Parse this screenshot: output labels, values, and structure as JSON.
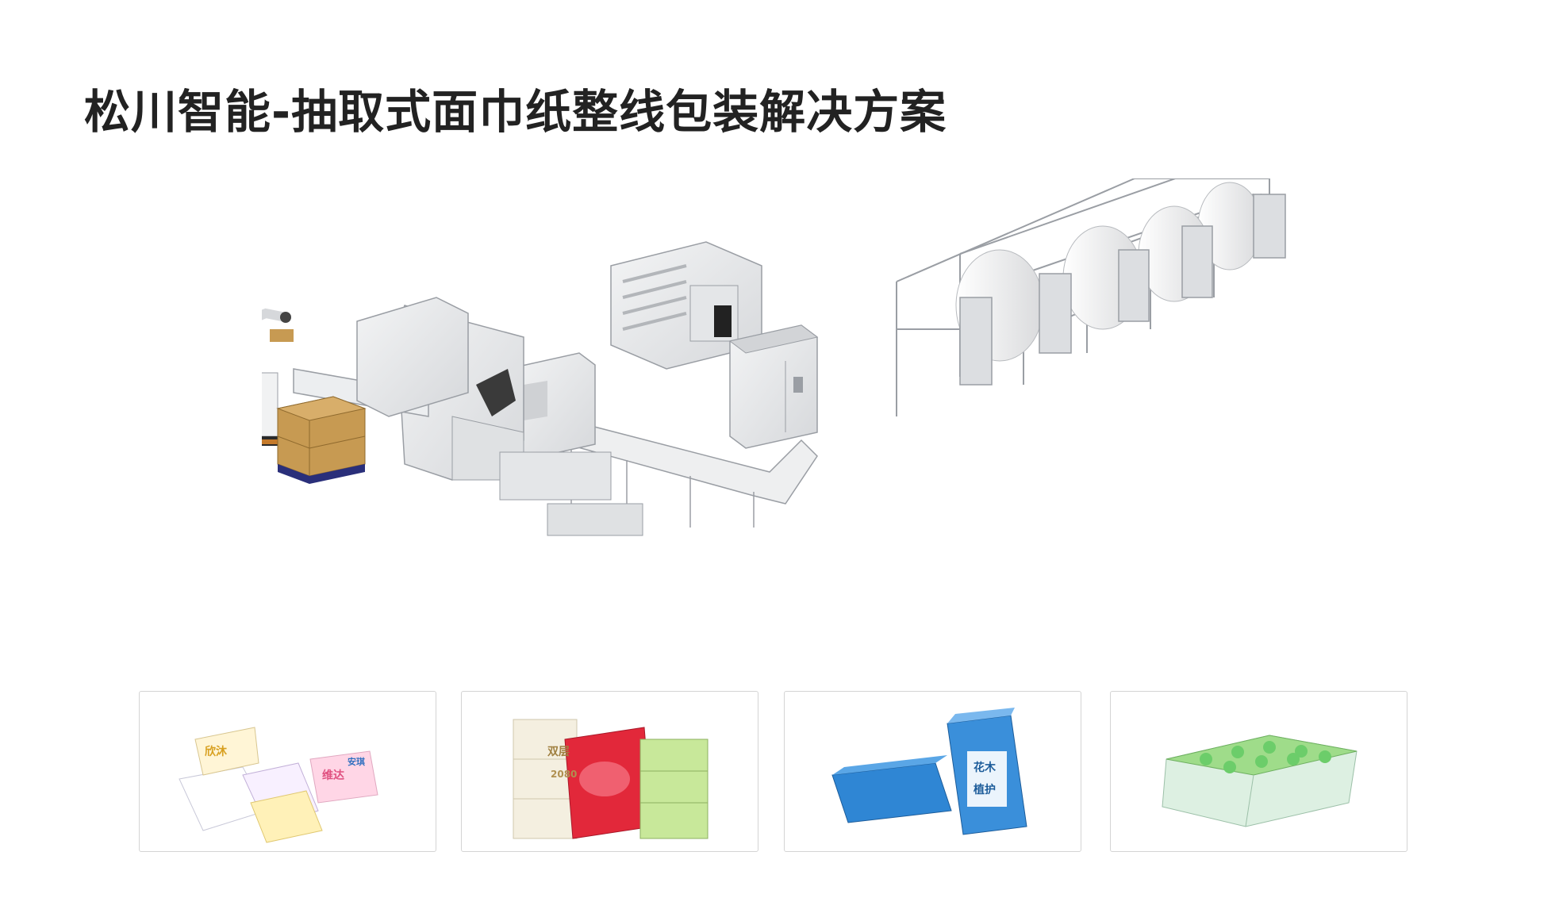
{
  "page": {
    "title": "松川智能-抽取式面巾纸整线包装解决方案"
  },
  "colors": {
    "title": "#222222",
    "machine_body": "#e9eaec",
    "machine_edge": "#9a9ea4",
    "carton": "#c79a52",
    "pallet": "#2a2f7a",
    "card_border": "#d4d4d4"
  },
  "illustration": {
    "name": "tissue-packaging-production-line",
    "icons": [
      "robot-palletizer-icon",
      "carton-stack-icon",
      "case-packer-icon",
      "bundler-icon",
      "folding-machine-icon",
      "parent-roll-unwinder-icon",
      "conveyor-icon"
    ]
  },
  "product_samples": {
    "card1": {
      "icon": "soft-tissue-boxes-icon",
      "labels": [
        "欣沐",
        "维达",
        "安琪"
      ]
    },
    "card2": {
      "icon": "tissue-packs-bundle-icon",
      "labels": [
        "双层",
        "2080"
      ]
    },
    "card3": {
      "icon": "blue-tissue-bundle-icon",
      "labels": [
        "花木",
        "植护"
      ]
    },
    "card4": {
      "icon": "green-shrink-wrapped-pack-icon",
      "labels": []
    }
  }
}
